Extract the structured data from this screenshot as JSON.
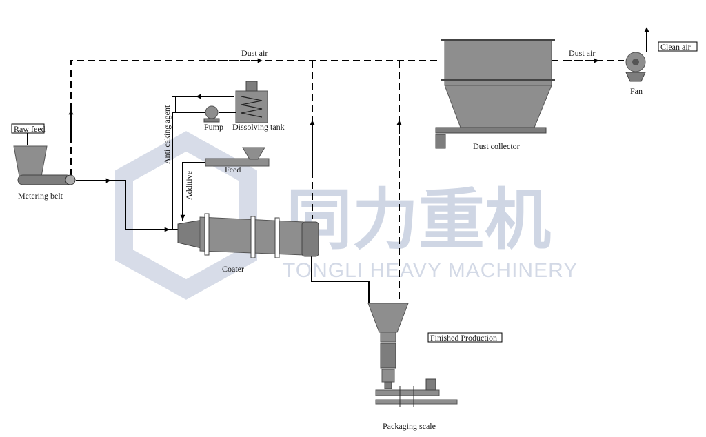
{
  "watermark": {
    "name_cn": "同力重机",
    "name_en": "TONGLI HEAVY MACHINERY"
  },
  "labels": {
    "raw_feed": "Raw feed",
    "metering_belt": "Metering belt",
    "anti_caking_agent": "Anti caking agent",
    "pump": "Pump",
    "dissolving_tank": "Dissolving tank",
    "feed": "Feed",
    "additive": "Additive",
    "coater": "Coater",
    "dust_air_left": "Dust air",
    "dust_air_right": "Dust air",
    "dust_collector": "Dust collector",
    "fan": "Fan",
    "clean_air": "Clean air",
    "finished_production": "Finished Production",
    "packaging_scale": "Packaging scale"
  }
}
